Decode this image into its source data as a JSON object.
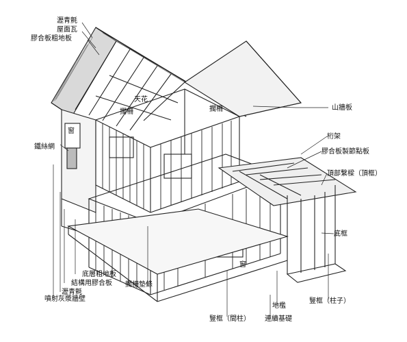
{
  "labels": {
    "asphalt_felt_top": "瀝青氈",
    "roof_tile": "屋面瓦",
    "plywood_subfloor_roof": "膠合板粗地板",
    "ceiling": "天花",
    "joist_left": "擱柵",
    "joist_right": "擱柵",
    "window": "窗",
    "wire_mesh": "鐵絲網",
    "gable_board": "山牆板",
    "truss": "桁架",
    "plywood_gusset": "膠合板製節點板",
    "top_plate": "頂部繫樑（頂框）",
    "bottom_plate": "底框",
    "subfloor": "底層粗地板",
    "structural_plywood": "結構用膠合板",
    "asphalt_felt_wall": "瀝青氈",
    "sprayed_stucco": "噴射灰漿牆壁",
    "joist_bridging": "擱柵墊條",
    "window_label_center": "窗",
    "sill": "地檻",
    "stud_column": "豎框（柱子）",
    "stud_intermediate": "豎框（間柱）",
    "continuous_footing": "連續基礎"
  }
}
